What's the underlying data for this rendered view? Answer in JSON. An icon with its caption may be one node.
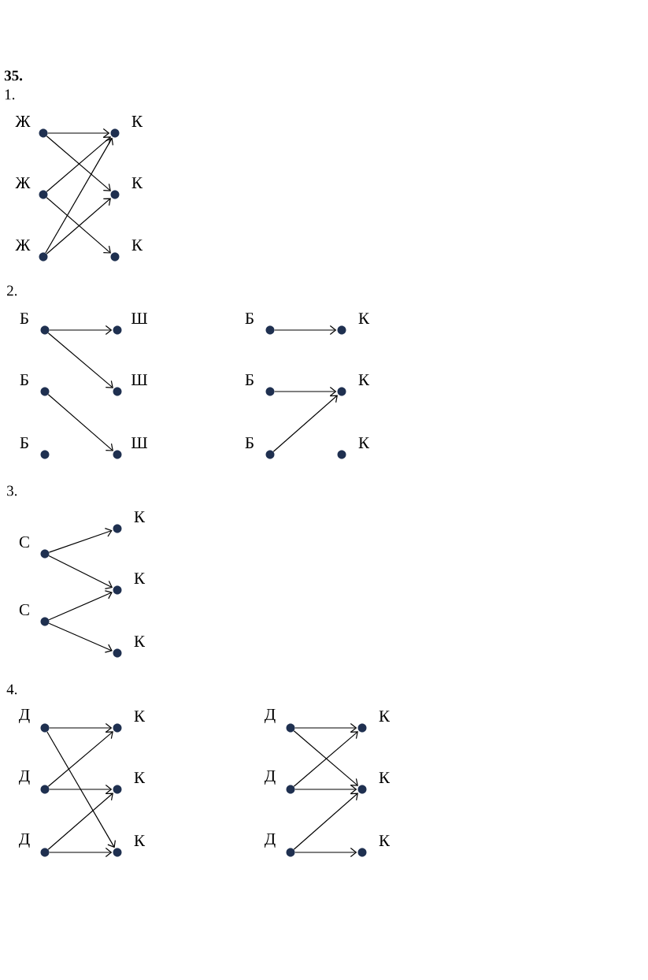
{
  "diagram": {
    "title": "35.",
    "nodes": [
      {
        "text": [],
        "shape": "circle",
        "beside": [
          "Ж"
        ]
      },
      {
        "text": [],
        "shape": "circle",
        "beside": [
          "Ж"
        ]
      },
      {
        "text": [],
        "shape": "circle",
        "beside": [
          "Ж"
        ]
      },
      {
        "text": [],
        "shape": "circle",
        "beside": [
          "К"
        ]
      },
      {
        "text": [],
        "shape": "circle",
        "beside": [
          "К"
        ]
      },
      {
        "text": [],
        "shape": "circle",
        "beside": [
          "К"
        ]
      },
      {
        "text": [],
        "shape": "circle",
        "beside": [
          "Б"
        ]
      },
      {
        "text": [],
        "shape": "circle",
        "beside": [
          "Б"
        ]
      },
      {
        "text": [],
        "shape": "circle",
        "beside": [
          "Б"
        ]
      },
      {
        "text": [],
        "shape": "circle",
        "beside": [
          "Ш"
        ]
      },
      {
        "text": [],
        "shape": "circle",
        "beside": [
          "Ш"
        ]
      },
      {
        "text": [],
        "shape": "circle",
        "beside": [
          "Ш"
        ]
      },
      {
        "text": [],
        "shape": "circle",
        "beside": [
          "Б"
        ]
      },
      {
        "text": [],
        "shape": "circle",
        "beside": [
          "Б"
        ]
      },
      {
        "text": [],
        "shape": "circle",
        "beside": [
          "Б"
        ]
      },
      {
        "text": [],
        "shape": "circle",
        "beside": [
          "К"
        ]
      },
      {
        "text": [],
        "shape": "circle",
        "beside": [
          "К"
        ]
      },
      {
        "text": [],
        "shape": "circle",
        "beside": [
          "К"
        ]
      },
      {
        "text": [],
        "shape": "circle",
        "beside": [
          "С"
        ]
      },
      {
        "text": [],
        "shape": "circle",
        "beside": [
          "С"
        ]
      },
      {
        "text": [],
        "shape": "circle",
        "beside": [
          "К"
        ]
      },
      {
        "text": [],
        "shape": "circle",
        "beside": [
          "К"
        ]
      },
      {
        "text": [],
        "shape": "circle",
        "beside": [
          "К"
        ]
      },
      {
        "text": [],
        "shape": "circle",
        "beside": [
          "Д"
        ]
      },
      {
        "text": [],
        "shape": "circle",
        "beside": [
          "Д"
        ]
      },
      {
        "text": [],
        "shape": "circle",
        "beside": [
          "Д"
        ]
      },
      {
        "text": [],
        "shape": "circle",
        "beside": [
          "К"
        ]
      },
      {
        "text": [],
        "shape": "circle",
        "beside": [
          "К"
        ]
      },
      {
        "text": [],
        "shape": "circle",
        "beside": [
          "К"
        ]
      },
      {
        "text": [],
        "shape": "circle",
        "beside": [
          "Д"
        ]
      },
      {
        "text": [],
        "shape": "circle",
        "beside": [
          "Д"
        ]
      },
      {
        "text": [],
        "shape": "circle",
        "beside": [
          "Д"
        ]
      },
      {
        "text": [],
        "shape": "circle",
        "beside": [
          "К"
        ]
      },
      {
        "text": [],
        "shape": "circle",
        "beside": [
          "К"
        ]
      },
      {
        "text": [],
        "shape": "circle",
        "beside": [
          "К"
        ]
      }
    ],
    "edges": [
      {
        "from": 0,
        "to": 3,
        "arrow": "to"
      },
      {
        "from": 0,
        "to": 4,
        "arrow": "to"
      },
      {
        "from": 1,
        "to": 3,
        "arrow": "to"
      },
      {
        "from": 1,
        "to": 5,
        "arrow": "to"
      },
      {
        "from": 2,
        "to": 3,
        "arrow": "to"
      },
      {
        "from": 2,
        "to": 4,
        "arrow": "to"
      },
      {
        "from": 6,
        "to": 9,
        "arrow": "to"
      },
      {
        "from": 6,
        "to": 10,
        "arrow": "to"
      },
      {
        "from": 7,
        "to": 11,
        "arrow": "to"
      },
      {
        "from": 12,
        "to": 15,
        "arrow": "to"
      },
      {
        "from": 13,
        "to": 16,
        "arrow": "to"
      },
      {
        "from": 14,
        "to": 16,
        "arrow": "to"
      },
      {
        "from": 18,
        "to": 20,
        "arrow": "to"
      },
      {
        "from": 18,
        "to": 21,
        "arrow": "to"
      },
      {
        "from": 19,
        "to": 21,
        "arrow": "to"
      },
      {
        "from": 19,
        "to": 22,
        "arrow": "to"
      },
      {
        "from": 23,
        "to": 26,
        "arrow": "to"
      },
      {
        "from": 23,
        "to": 28,
        "arrow": "to"
      },
      {
        "from": 24,
        "to": 26,
        "arrow": "to"
      },
      {
        "from": 24,
        "to": 27,
        "arrow": "to"
      },
      {
        "from": 25,
        "to": 27,
        "arrow": "to"
      },
      {
        "from": 25,
        "to": 28,
        "arrow": "to"
      },
      {
        "from": 29,
        "to": 32,
        "arrow": "to"
      },
      {
        "from": 29,
        "to": 33,
        "arrow": "to"
      },
      {
        "from": 30,
        "to": 32,
        "arrow": "to"
      },
      {
        "from": 30,
        "to": 33,
        "arrow": "to"
      },
      {
        "from": 31,
        "to": 33,
        "arrow": "to"
      },
      {
        "from": 31,
        "to": 34,
        "arrow": "to"
      }
    ],
    "labels": [
      "1.",
      "2.",
      "3.",
      "4."
    ]
  }
}
